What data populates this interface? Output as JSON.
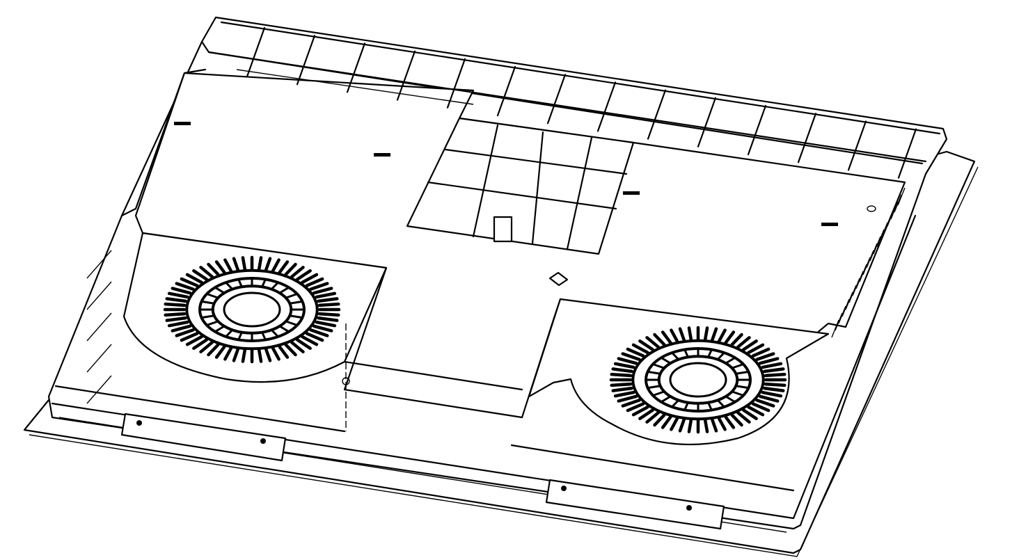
{
  "colors": {
    "stroke": "#000000",
    "background": "#ffffff"
  },
  "fans": [
    {
      "name": "left-fan",
      "blade_count": 60
    },
    {
      "name": "right-fan",
      "blade_count": 60
    }
  ]
}
